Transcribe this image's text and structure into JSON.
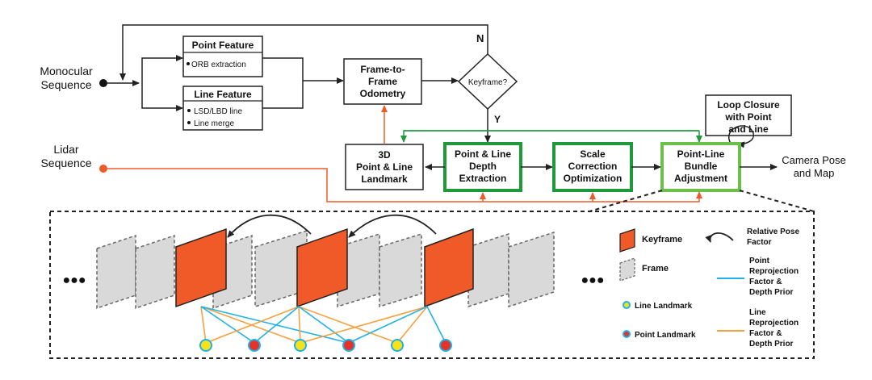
{
  "inputs": {
    "mono_line1": "Monocular",
    "mono_line2": "Sequence",
    "lidar_line1": "Lidar",
    "lidar_line2": "Sequence"
  },
  "boxes": {
    "point_feature": {
      "title": "Point Feature",
      "item1": "ORB extraction"
    },
    "line_feature": {
      "title": "Line Feature",
      "item1": "LSD/LBD line",
      "item2": "Line merge"
    },
    "odometry": {
      "line1": "Frame-to-",
      "line2": "Frame",
      "line3": "Odometry"
    },
    "keyframe": "Keyframe?",
    "n_label": "N",
    "y_label": "Y",
    "loop_closure": {
      "line1": "Loop Closure",
      "line2": "with Point",
      "line3": "and Line"
    },
    "landmark": {
      "line1": "3D",
      "line2": "Point & Line",
      "line3": "Landmark"
    },
    "depth": {
      "line1": "Point & Line",
      "line2": "Depth",
      "line3": "Extraction"
    },
    "scale": {
      "line1": "Scale",
      "line2": "Correction",
      "line3": "Optimization"
    },
    "ba": {
      "line1": "Point-Line",
      "line2": "Bundle",
      "line3": "Adjustment"
    }
  },
  "output": {
    "line1": "Camera Pose",
    "line2": "and Map"
  },
  "legend": {
    "keyframe": "Keyframe",
    "frame": "Frame",
    "relative_pose_1": "Relative Pose",
    "relative_pose_2": "Factor",
    "point_reproj_1": "Point",
    "point_reproj_2": "Reprojection",
    "point_reproj_3": "Factor &",
    "point_reproj_4": "Depth Prior",
    "line_landmark": "Line Landmark",
    "point_landmark": "Point Landmark",
    "line_reproj_1": "Line",
    "line_reproj_2": "Reprojection",
    "line_reproj_3": "Factor &",
    "line_reproj_4": "Depth Prior"
  },
  "ellipsis": "●●●",
  "colors": {
    "orange": "#f05a28",
    "green": "#1f9a3a",
    "light_green": "#6cc04a",
    "blue": "#1fb2e6",
    "yellow": "#f5e21b",
    "red": "#e5322b",
    "frame_gray": "#d5d5d5",
    "line_orange": "#f7a03c"
  }
}
